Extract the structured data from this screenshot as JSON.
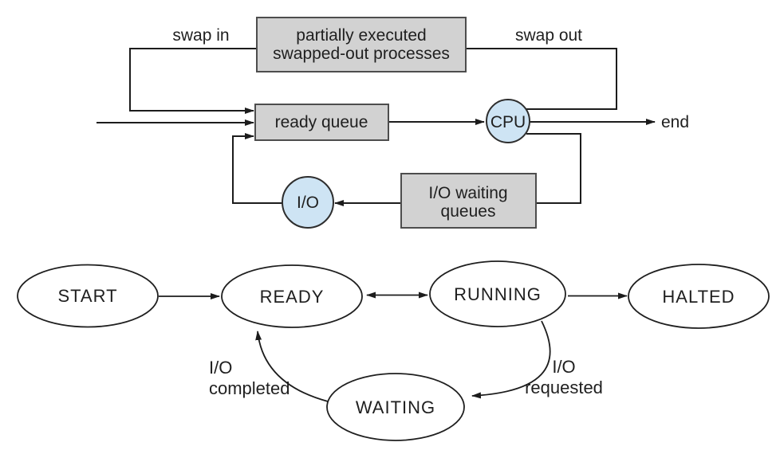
{
  "colors": {
    "background": "#ffffff",
    "box_fill": "#d2d2d2",
    "box_border": "#4d4d4d",
    "circle_fill": "#cee4f4",
    "circle_border": "#2e2e2e",
    "line": "#1c1c1c",
    "state_fill": "#ffffff",
    "text": "#1f1f1f"
  },
  "queueing": {
    "swapped_box": {
      "line1": "partially executed",
      "line2": "swapped-out processes"
    },
    "ready_queue_box": {
      "label": "ready queue"
    },
    "io_waiting_box": {
      "line1": "I/O waiting",
      "line2": "queues"
    },
    "cpu_circle": {
      "label": "CPU"
    },
    "io_circle": {
      "label": "I/O"
    },
    "swap_in_label": "swap in",
    "swap_out_label": "swap out",
    "end_label": "end",
    "flows": [
      {
        "from": "entry",
        "to": "ready queue"
      },
      {
        "from": "partially executed swapped-out processes",
        "to": "ready queue",
        "label": "swap in"
      },
      {
        "from": "CPU",
        "to": "partially executed swapped-out processes",
        "label": "swap out"
      },
      {
        "from": "ready queue",
        "to": "CPU"
      },
      {
        "from": "CPU",
        "to": "end"
      },
      {
        "from": "CPU",
        "to": "I/O waiting queues"
      },
      {
        "from": "I/O waiting queues",
        "to": "I/O"
      },
      {
        "from": "I/O",
        "to": "ready queue"
      }
    ]
  },
  "states": {
    "start": "START",
    "ready": "READY",
    "running": "RUNNING",
    "halted": "HALTED",
    "waiting": "WAITING",
    "io_completed": {
      "line1": "I/O",
      "line2": "completed"
    },
    "io_requested": {
      "line1": "I/O",
      "line2": "requested"
    },
    "transitions": [
      {
        "from": "START",
        "to": "READY"
      },
      {
        "from": "READY",
        "to": "RUNNING",
        "bidirectional": true
      },
      {
        "from": "RUNNING",
        "to": "HALTED"
      },
      {
        "from": "RUNNING",
        "to": "WAITING",
        "label": "I/O requested"
      },
      {
        "from": "WAITING",
        "to": "READY",
        "label": "I/O completed"
      }
    ]
  }
}
